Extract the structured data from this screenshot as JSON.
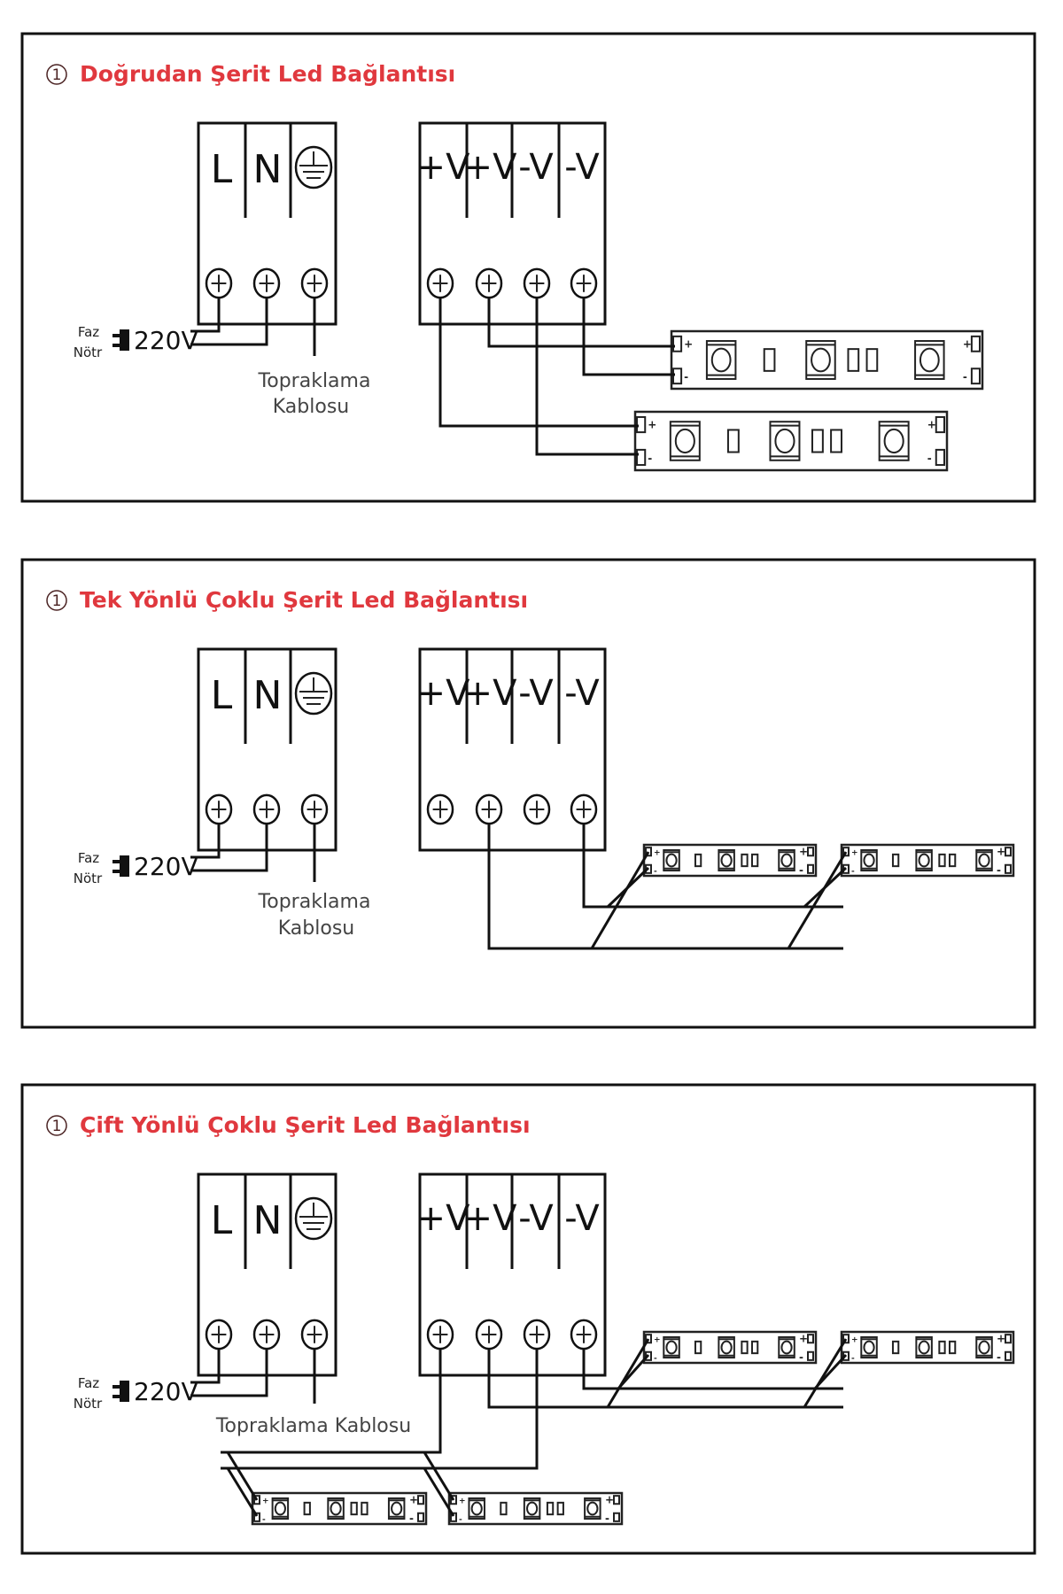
{
  "panels": [
    {
      "id": "direct",
      "number": "1",
      "title": "Doğrudan Şerit Led Bağlantısı",
      "type": "direct",
      "ground_caption_lines": [
        "Topraklama",
        "Kablosu"
      ]
    },
    {
      "id": "single-direction",
      "number": "1",
      "title": "Tek Yönlü Çoklu Şerit Led Bağlantısı",
      "type": "single",
      "ground_caption_lines": [
        "Topraklama",
        "Kablosu"
      ]
    },
    {
      "id": "double-direction",
      "number": "1",
      "title": "Çift Yönlü Çoklu Şerit Led Bağlantısı",
      "type": "double",
      "ground_caption_lines": [
        "Topraklama Kablosu"
      ]
    }
  ],
  "ac_terminals": [
    "L",
    "N",
    "ground-symbol"
  ],
  "dc_terminals": [
    "+V",
    "+V",
    "-V",
    "-V"
  ],
  "input": {
    "phase_label": "Faz",
    "neutral_label": "Nötr",
    "voltage": "220V",
    "icon": "plug-icon"
  },
  "strip": {
    "plus": "+",
    "minus": "-"
  },
  "colors": {
    "title": "#e0383e",
    "line": "#111111",
    "background": "#ffffff"
  }
}
